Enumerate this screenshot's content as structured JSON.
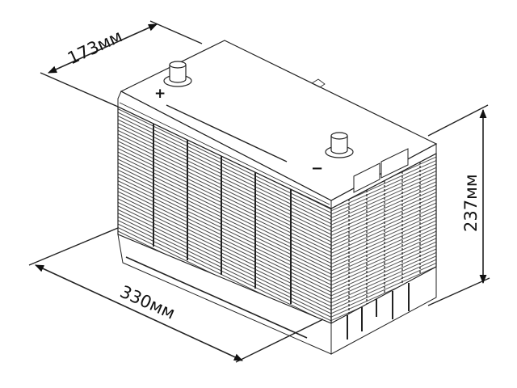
{
  "diagram": {
    "subject": "Car battery technical drawing",
    "dimensions": {
      "depth": {
        "label": "173мм"
      },
      "length": {
        "label": "330мм"
      },
      "height": {
        "label": "237мм"
      }
    },
    "terminals": {
      "positive": {
        "symbol": "+"
      },
      "negative": {
        "symbol": "−"
      }
    },
    "colors": {
      "line": "#222222",
      "background": "#ffffff"
    }
  }
}
